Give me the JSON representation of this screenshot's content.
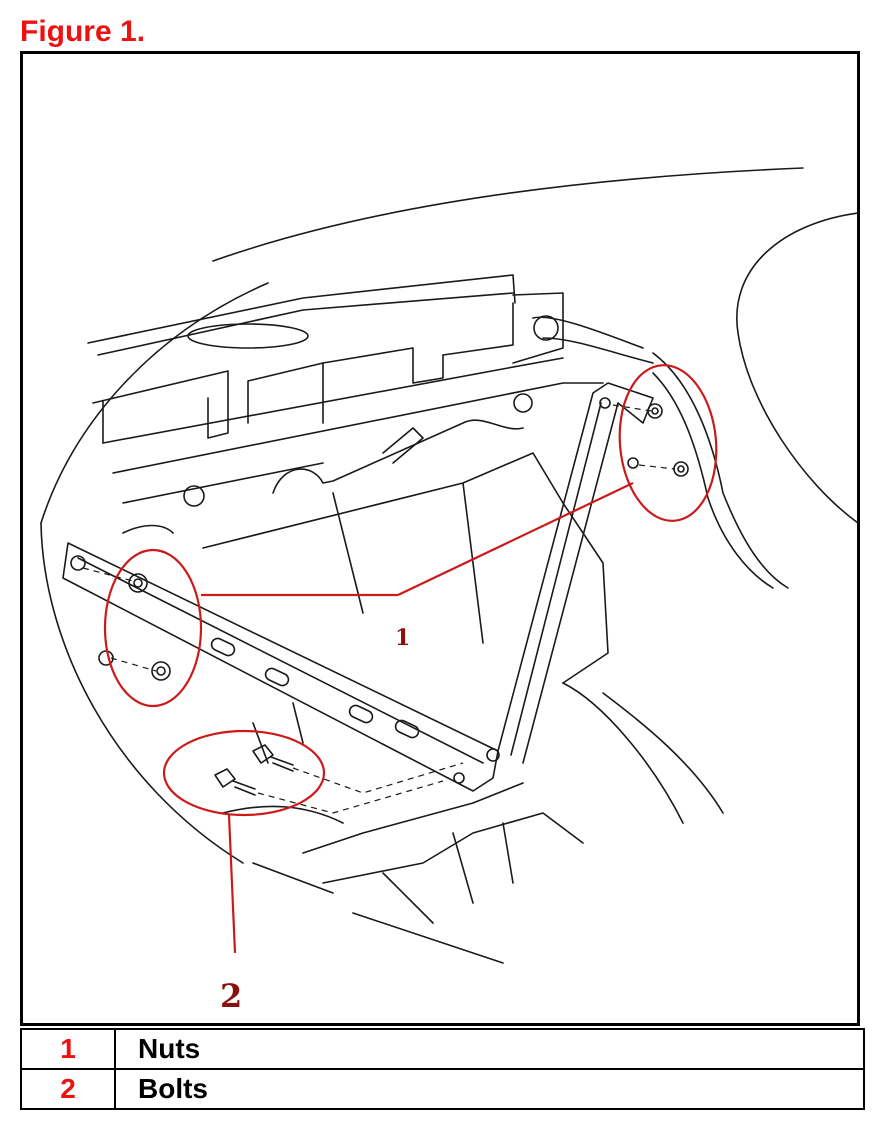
{
  "figure": {
    "title": "Figure 1."
  },
  "callouts": [
    {
      "number": "1",
      "meaning": "Nuts"
    },
    {
      "number": "2",
      "meaning": "Bolts"
    }
  ],
  "legend": {
    "rows": [
      {
        "number": "1",
        "label": "Nuts"
      },
      {
        "number": "2",
        "label": "Bolts"
      }
    ]
  },
  "colors": {
    "title_red": "#ee1111",
    "callout_red": "#cc1a1a",
    "callout_number": "#8a1010",
    "line_art": "#1a1a1a"
  }
}
